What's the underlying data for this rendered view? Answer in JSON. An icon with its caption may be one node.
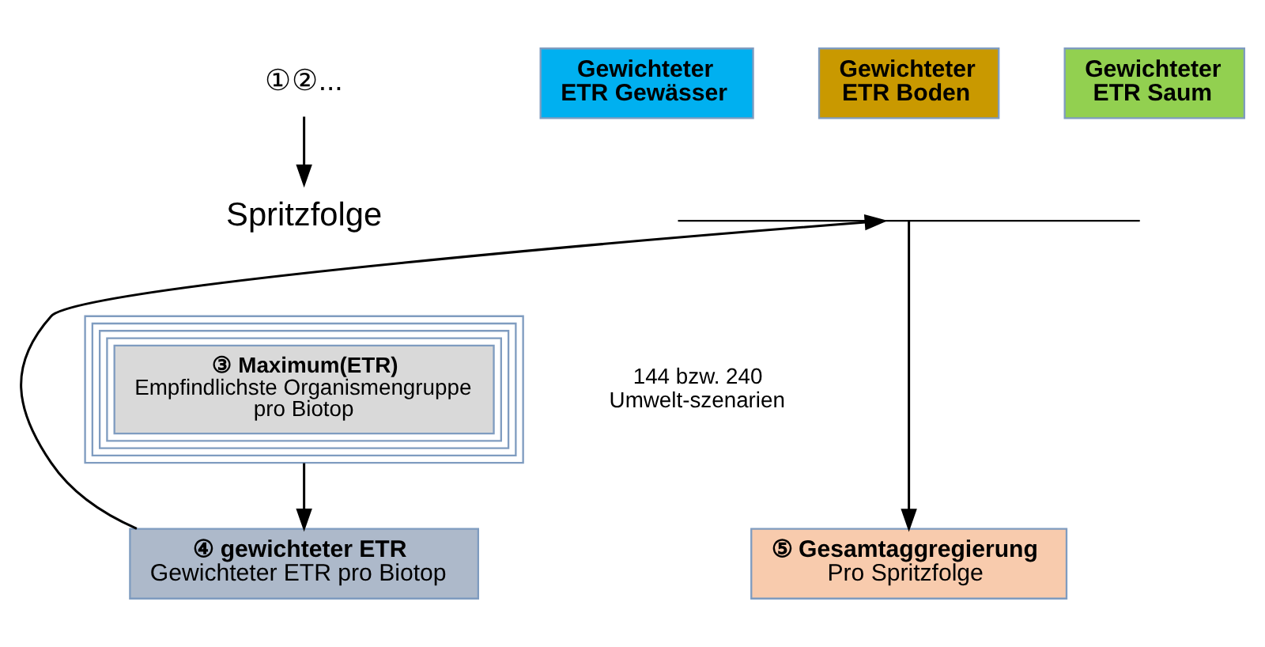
{
  "diagram": {
    "nodes": [
      {
        "text": [
          "①②..."
        ]
      },
      {
        "text": [
          "Spritzfolge"
        ]
      },
      {
        "text": [
          "③ Maximum(ETR)",
          "Empfindlichste Organismengruppe pro Biotop"
        ]
      },
      {
        "text": [
          "④ gewichteter ETR",
          "Gewichteter ETR pro Biotop"
        ]
      },
      {
        "text": [
          "Gewichteter ETR Gewässer"
        ]
      },
      {
        "text": [
          "Gewichteter ETR Boden"
        ]
      },
      {
        "text": [
          "Gewichteter ETR Saum"
        ]
      },
      {
        "text": [],
        "shape": "bracket"
      },
      {
        "text": [
          "⑤ Gesamtaggregierung",
          "Pro Spritzfolge"
        ]
      }
    ],
    "edges": [
      {
        "from": 0,
        "to": 1,
        "arrow": "to"
      },
      {
        "from": 2,
        "to": 3,
        "arrow": "to"
      },
      {
        "from": 3,
        "to": 7,
        "arrow": "to"
      },
      {
        "from": 7,
        "to": 8,
        "arrow": "to"
      }
    ],
    "labels": [
      "144 bzw. 240 Umwelt-szenarien"
    ]
  }
}
